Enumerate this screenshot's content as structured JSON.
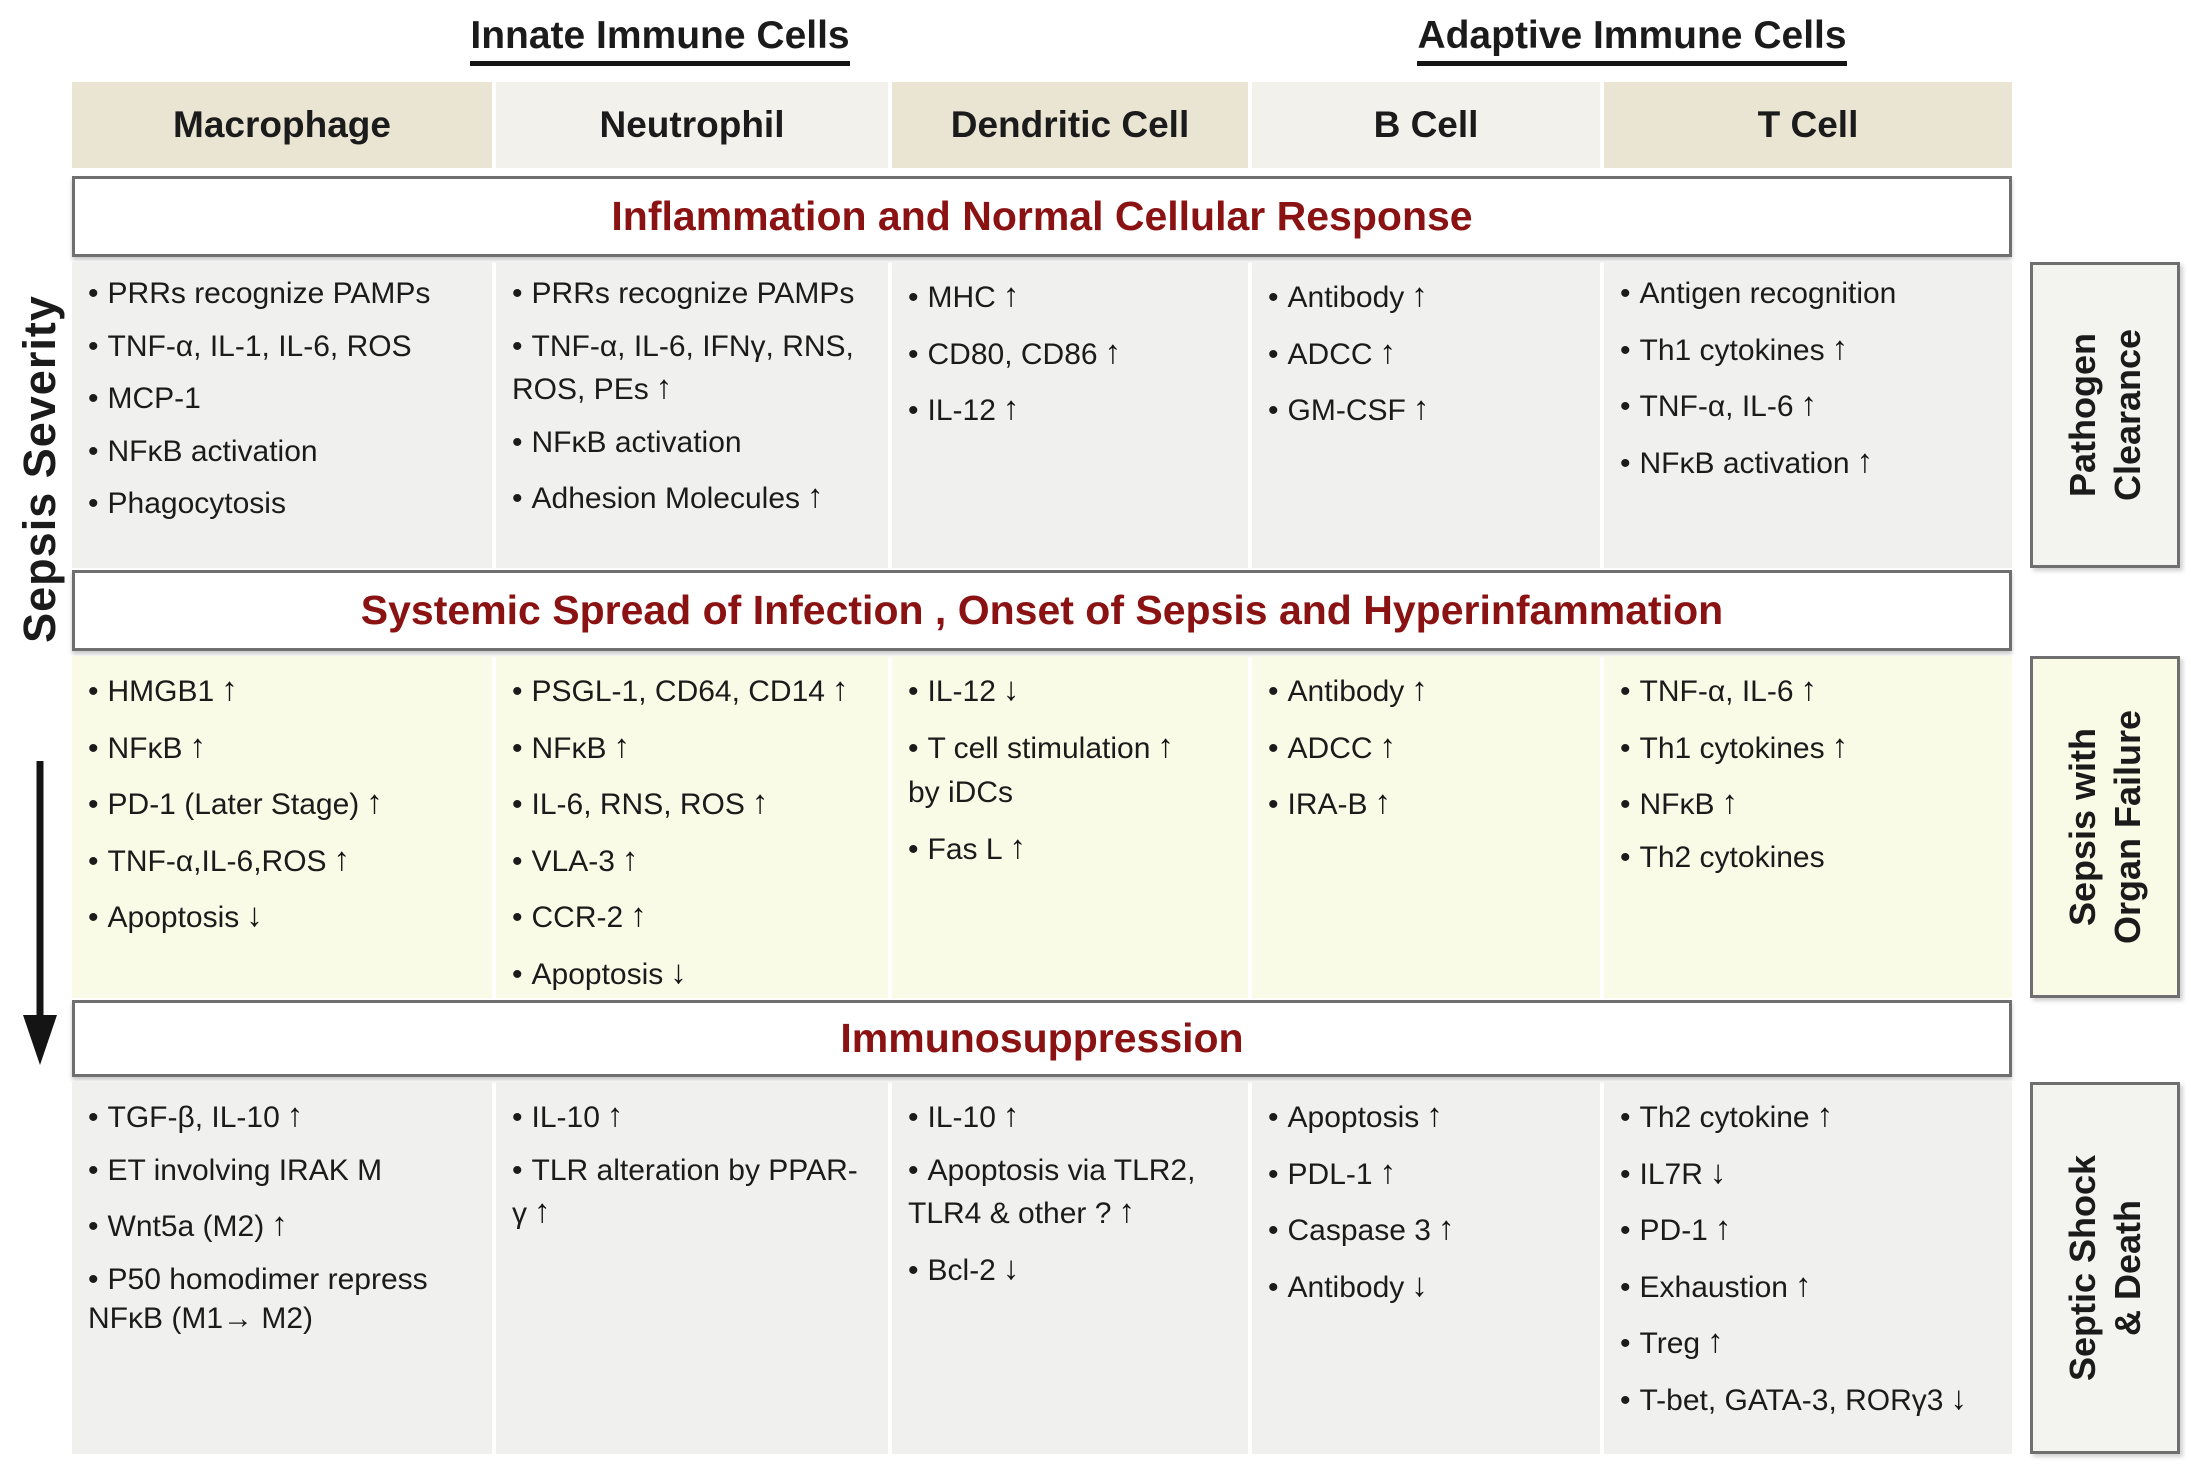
{
  "group_headers": [
    {
      "label": "Innate Immune Cells"
    },
    {
      "label": "Adaptive Immune Cells"
    }
  ],
  "columns": [
    "Macrophage",
    "Neutrophil",
    "Dendritic Cell",
    "B Cell",
    "T Cell"
  ],
  "left_axis": {
    "label": "Sepsis Severity"
  },
  "icons": {
    "bullet": "•",
    "up": "↑",
    "down": "↓"
  },
  "colors": {
    "band_title": "#8a1212",
    "border": "#6f6f6f",
    "text": "#1b1b1b",
    "header_beige": "#eae5d3",
    "header_light": "#f2f1ec",
    "row_gray": "#f0f0ee",
    "row_yellow": "#fafbe7",
    "box_gray": "#f3f3f0",
    "box_yellow": "#fafbe7",
    "arrow": "#141414"
  },
  "bands": [
    {
      "id": "inflammation",
      "title": "Inflammation and Normal Cellular Response",
      "right_label_lines": [
        "Pathogen",
        "Clearance"
      ],
      "tint": "gray",
      "cells": [
        {
          "column": "Macrophage",
          "items": [
            {
              "t": "PRRs recognize PAMPs",
              "a": ""
            },
            {
              "t": "TNF-α, IL-1, IL-6, ROS",
              "a": ""
            },
            {
              "t": "MCP-1",
              "a": ""
            },
            {
              "t": "NFκB activation",
              "a": ""
            },
            {
              "t": "Phagocytosis",
              "a": ""
            }
          ]
        },
        {
          "column": "Neutrophil",
          "items": [
            {
              "t": "PRRs recognize PAMPs",
              "a": ""
            },
            {
              "t": "TNF-α, IL-6, IFNγ, RNS, ROS, PEs",
              "a": "up"
            },
            {
              "t": "NFκB activation",
              "a": ""
            },
            {
              "t": "Adhesion Molecules",
              "a": "up"
            }
          ]
        },
        {
          "column": "Dendritic Cell",
          "items": [
            {
              "t": "MHC",
              "a": "up"
            },
            {
              "t": "CD80, CD86",
              "a": "up"
            },
            {
              "t": "IL-12",
              "a": "up"
            }
          ]
        },
        {
          "column": "B Cell",
          "items": [
            {
              "t": "Antibody",
              "a": "up"
            },
            {
              "t": "ADCC",
              "a": "up"
            },
            {
              "t": "GM-CSF",
              "a": "up"
            }
          ]
        },
        {
          "column": "T Cell",
          "items": [
            {
              "t": "Antigen recognition",
              "a": ""
            },
            {
              "t": "Th1 cytokines",
              "a": "up"
            },
            {
              "t": "TNF-α, IL-6",
              "a": "up"
            },
            {
              "t": "NFκB activation",
              "a": "up"
            }
          ]
        }
      ]
    },
    {
      "id": "systemic-spread",
      "title": "Systemic Spread of Infection , Onset of Sepsis and Hyperinfammation",
      "right_label_lines": [
        "Sepsis with",
        "Organ Failure"
      ],
      "tint": "yellow",
      "cells": [
        {
          "column": "Macrophage",
          "items": [
            {
              "t": "HMGB1",
              "a": "up"
            },
            {
              "t": "NFκB",
              "a": "up"
            },
            {
              "t": "PD-1 (Later Stage)",
              "a": "up"
            },
            {
              "t": "TNF-α,IL-6,ROS",
              "a": "up"
            },
            {
              "t": "Apoptosis",
              "a": "down"
            }
          ]
        },
        {
          "column": "Neutrophil",
          "items": [
            {
              "t": "PSGL-1, CD64, CD14",
              "a": "up"
            },
            {
              "t": "NFκB",
              "a": "up"
            },
            {
              "t": "IL-6, RNS, ROS",
              "a": "up"
            },
            {
              "t": "VLA-3",
              "a": "up"
            },
            {
              "t": "CCR-2",
              "a": "up"
            },
            {
              "t": "Apoptosis",
              "a": "down"
            }
          ]
        },
        {
          "column": "Dendritic Cell",
          "items": [
            {
              "t": "IL-12",
              "a": "down"
            },
            {
              "t": "T cell stimulation",
              "a": "up"
            },
            {
              "t": "by iDCs",
              "a": "",
              "cont": true
            },
            {
              "t": "Fas L",
              "a": "up"
            }
          ]
        },
        {
          "column": "B Cell",
          "items": [
            {
              "t": "Antibody",
              "a": "up"
            },
            {
              "t": "ADCC",
              "a": "up"
            },
            {
              "t": "IRA-B",
              "a": "up"
            }
          ]
        },
        {
          "column": "T Cell",
          "items": [
            {
              "t": "TNF-α, IL-6",
              "a": "up"
            },
            {
              "t": "Th1 cytokines",
              "a": "up"
            },
            {
              "t": "NFκB",
              "a": "up"
            },
            {
              "t": "Th2 cytokines",
              "a": ""
            }
          ]
        }
      ]
    },
    {
      "id": "immunosuppression",
      "title": "Immunosuppression",
      "right_label_lines": [
        "Septic Shock",
        "& Death"
      ],
      "tint": "gray",
      "cells": [
        {
          "column": "Macrophage",
          "items": [
            {
              "t": "TGF-β, IL-10",
              "a": "up"
            },
            {
              "t": "ET involving IRAK M",
              "a": ""
            },
            {
              "t": "Wnt5a (M2)",
              "a": "up"
            },
            {
              "t": "P50 homodimer repress NFκB (M1→ M2)",
              "a": ""
            }
          ]
        },
        {
          "column": "Neutrophil",
          "items": [
            {
              "t": "IL-10",
              "a": "up"
            },
            {
              "t": "TLR alteration by PPAR- γ",
              "a": "up"
            }
          ]
        },
        {
          "column": "Dendritic Cell",
          "items": [
            {
              "t": "IL-10",
              "a": "up"
            },
            {
              "t": "Apoptosis via TLR2, TLR4 & other ?",
              "a": "up"
            },
            {
              "t": "Bcl-2",
              "a": "down"
            }
          ]
        },
        {
          "column": "B Cell",
          "items": [
            {
              "t": "Apoptosis",
              "a": "up"
            },
            {
              "t": "PDL-1",
              "a": "up"
            },
            {
              "t": "Caspase 3",
              "a": "up"
            },
            {
              "t": "Antibody",
              "a": "down"
            }
          ]
        },
        {
          "column": "T Cell",
          "items": [
            {
              "t": "Th2 cytokine",
              "a": "up"
            },
            {
              "t": "IL7R",
              "a": "down"
            },
            {
              "t": "PD-1",
              "a": "up"
            },
            {
              "t": "Exhaustion",
              "a": "up"
            },
            {
              "t": "Treg",
              "a": "up"
            },
            {
              "t": "T-bet, GATA-3, RORγ3",
              "a": "down"
            }
          ]
        }
      ]
    }
  ]
}
